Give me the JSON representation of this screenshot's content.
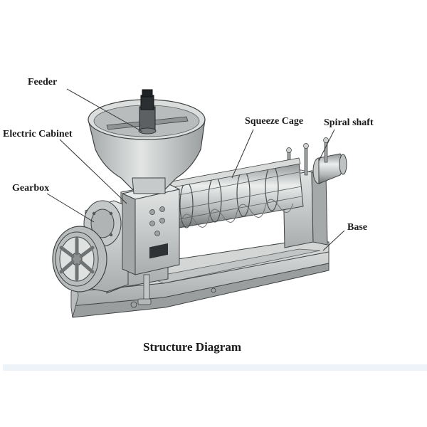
{
  "labels": {
    "feeder": "Feeder",
    "electric_cabinet": "Electric Cabinet",
    "gearbox": "Gearbox",
    "squeeze_cage": "Squeeze Cage",
    "spiral_shaft": "Spiral shaft",
    "base": "Base"
  },
  "caption": "Structure Diagram",
  "colors": {
    "body": "#cfd1d1",
    "shadow": "#8e9292",
    "outline": "#3e4242",
    "highlight": "#e6e8e8",
    "motor": "#2b2f31",
    "leader": "#333333"
  }
}
